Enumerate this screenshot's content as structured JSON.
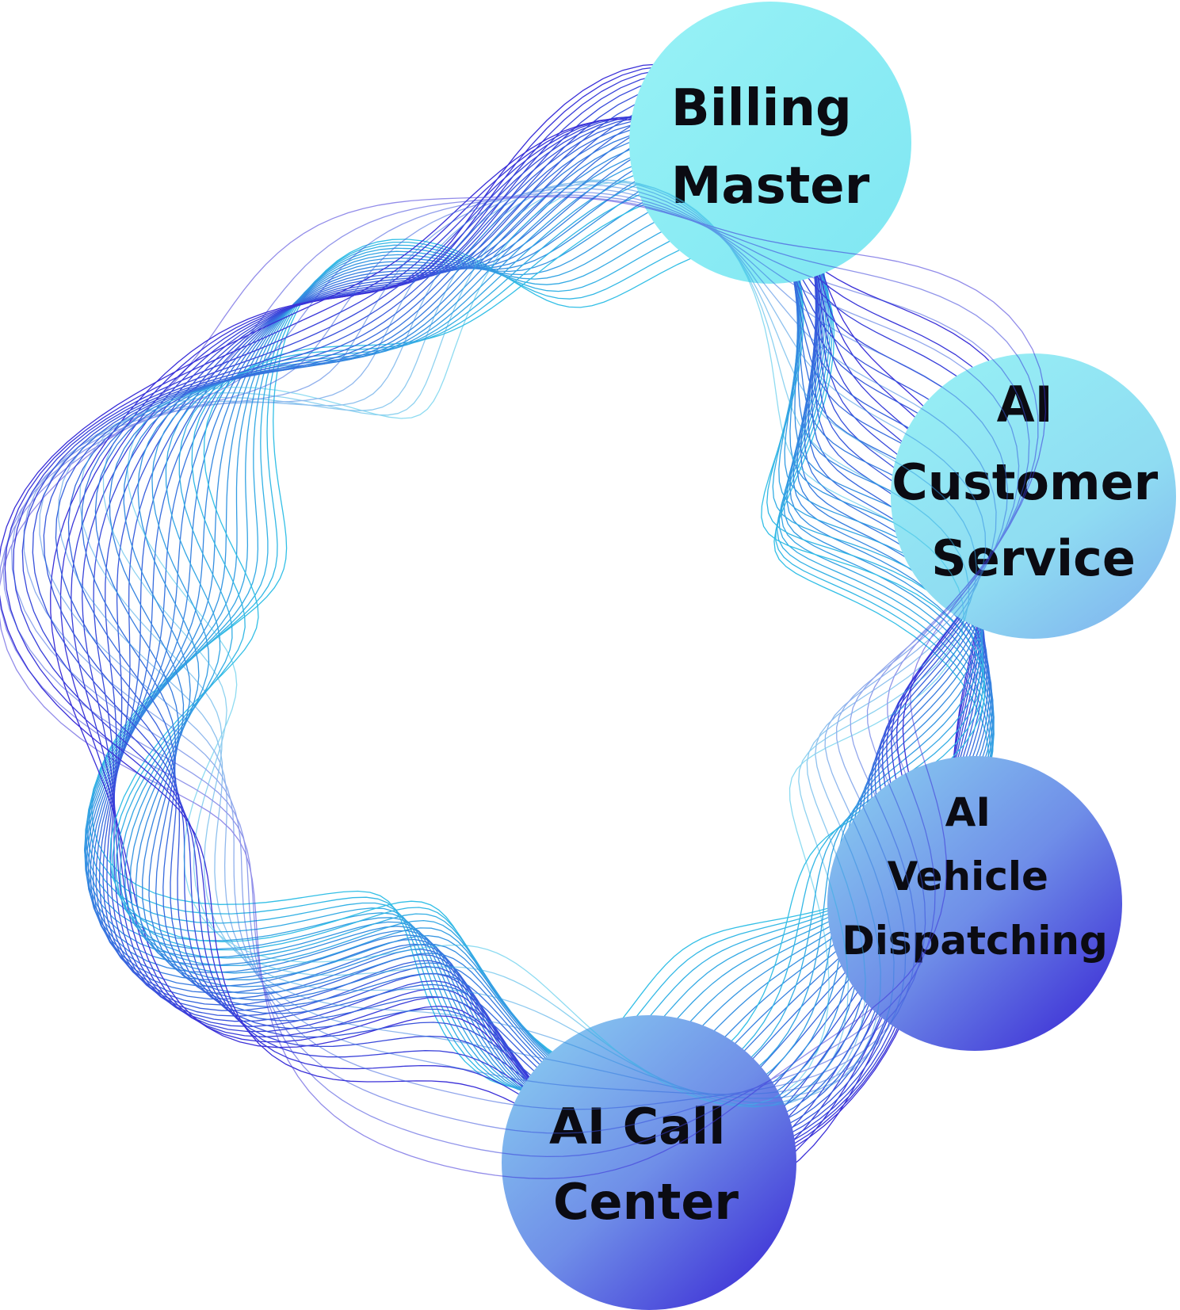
{
  "colors": {
    "light_cyan": "#8ff0f4",
    "mid_cyan": "#3fc6e8",
    "sky_blue": "#7fb6ee",
    "deep_blue": "#3f36d4",
    "line_cyan": "#33bfe6",
    "line_blue": "#3a2fd8",
    "text": "#0b0b12"
  },
  "nodes": [
    {
      "id": "billing-master",
      "lines": [
        "Billing",
        "Master"
      ],
      "fill": "cyan"
    },
    {
      "id": "ai-customer-service",
      "lines": [
        "AI",
        "Customer",
        "Service"
      ],
      "fill": "cyan-blue"
    },
    {
      "id": "ai-vehicle-dispatching",
      "lines": [
        "AI",
        "Vehicle",
        "Dispatching"
      ],
      "fill": "blue-indigo"
    },
    {
      "id": "ai-call-center",
      "lines": [
        "AI Call",
        "Center"
      ],
      "fill": "blue-indigo"
    }
  ]
}
